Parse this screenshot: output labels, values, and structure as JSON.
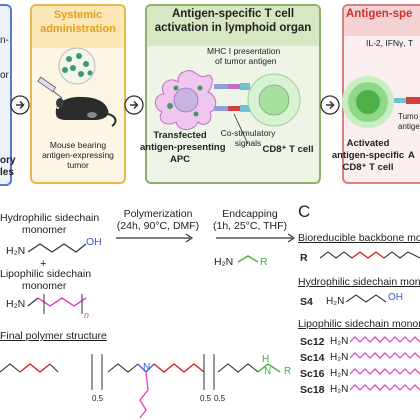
{
  "top": {
    "left_partial": {
      "lines": [
        "n-",
        "or",
        "ory",
        "les"
      ]
    },
    "systemic": {
      "title_line1": "Systemic",
      "title_line2": "administration",
      "mouse_label_line1": "Mouse bearing",
      "mouse_label_line2": "antigen-expressing",
      "mouse_label_line3": "tumor"
    },
    "lymphoid": {
      "title_line1": "Antigen-specific T cell",
      "title_line2": "activation in lymphoid organ",
      "mhc_line1": "MHC I presentation",
      "mhc_line2": "of tumor antigen",
      "apc_line1": "Transfected",
      "apc_line2": "antigen-presenting",
      "apc_line3": "APC",
      "costim_line1": "Co-stimulatory",
      "costim_line2": "signals",
      "cd8_label": "CD8⁺ T cell"
    },
    "right": {
      "title_partial": "Antigen-spe",
      "cytokines": "IL-2, IFNγ, T",
      "activated_line1": "Activated",
      "activated_line2": "antigen-specific",
      "activated_line3": "CD8⁺ T cell",
      "tumor_partial_1": "Tumo",
      "tumor_partial_2": "antige",
      "edge_letter": "A"
    }
  },
  "panelB": {
    "hydrophilic_line1": "Hydrophilic sidechain",
    "hydrophilic_line2": "monomer",
    "plus": "+",
    "lipophilic_line1": "Lipophilic sidechain",
    "lipophilic_line2": "monomer",
    "n_sub": "n",
    "polymerization_line1": "Polymerization",
    "polymerization_line2": "(24h, 90°C, DMF)",
    "endcapping_line1": "Endcapping",
    "endcapping_line2": "(1h, 25°C, THF)",
    "h2n_r": "H₂N",
    "r_group": "R",
    "final_title": "Final polymer structure",
    "sub_05a": "0.5",
    "sub_05b": "0.5",
    "sub_05c": "0.5",
    "h_atom": "H",
    "n_atom": "N",
    "r_end": "R",
    "oh": "OH",
    "h2n_a": "H₂N",
    "h2n_b": "H₂N"
  },
  "panelC": {
    "label": "C",
    "bioreducible_title": "Bioreducible backbone mono",
    "r_label": "R",
    "hydrophilic_title": "Hydrophilic sidechain monom",
    "s4_label": "S4",
    "lipophilic_title": "Lipophilic sidechain monom",
    "sc_labels": [
      "Sc12",
      "Sc14",
      "Sc16",
      "Sc18"
    ],
    "h2n": "H₂N",
    "oh": "OH"
  },
  "colors": {
    "systemic_border": "#e8b84a",
    "systemic_fill": "#fdf6e4",
    "systemic_title": "#e0a020",
    "lymphoid_border": "#8fb06a",
    "lymphoid_fill": "#eef4e6",
    "right_border": "#d98080",
    "right_title": "#d03030",
    "pink": "#e040c0",
    "green": "#40b040",
    "red": "#d02020",
    "blue": "#3a5bd0"
  }
}
